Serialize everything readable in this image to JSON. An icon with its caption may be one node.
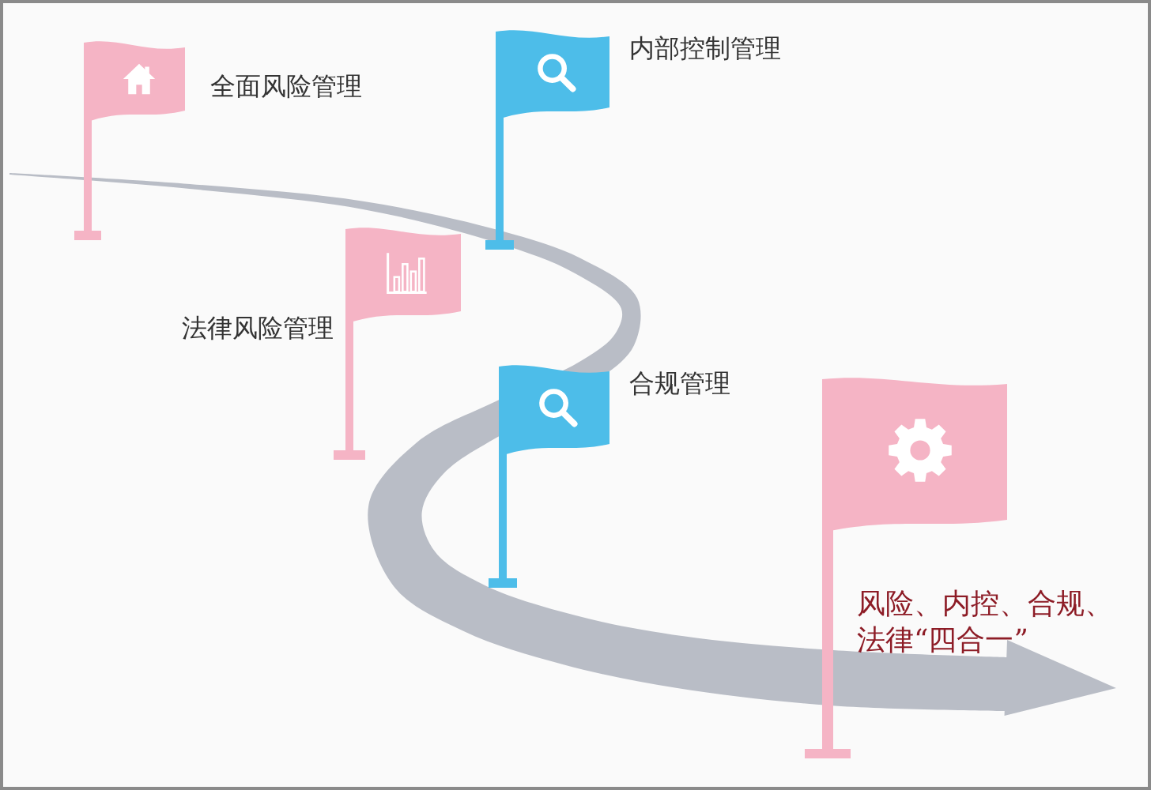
{
  "diagram": {
    "nodes": [
      {
        "text": [],
        "shape": "flag",
        "beside": [
          "全面风险管理"
        ]
      },
      {
        "text": [],
        "shape": "flag",
        "beside": [
          "内部控制管理"
        ]
      },
      {
        "text": [],
        "shape": "flag",
        "beside": [
          "法律风险管理"
        ]
      },
      {
        "text": [],
        "shape": "flag",
        "beside": [
          "合规管理"
        ]
      },
      {
        "text": [
          "风险、内控、合规、法律“四合一”"
        ]
      }
    ]
  }
}
